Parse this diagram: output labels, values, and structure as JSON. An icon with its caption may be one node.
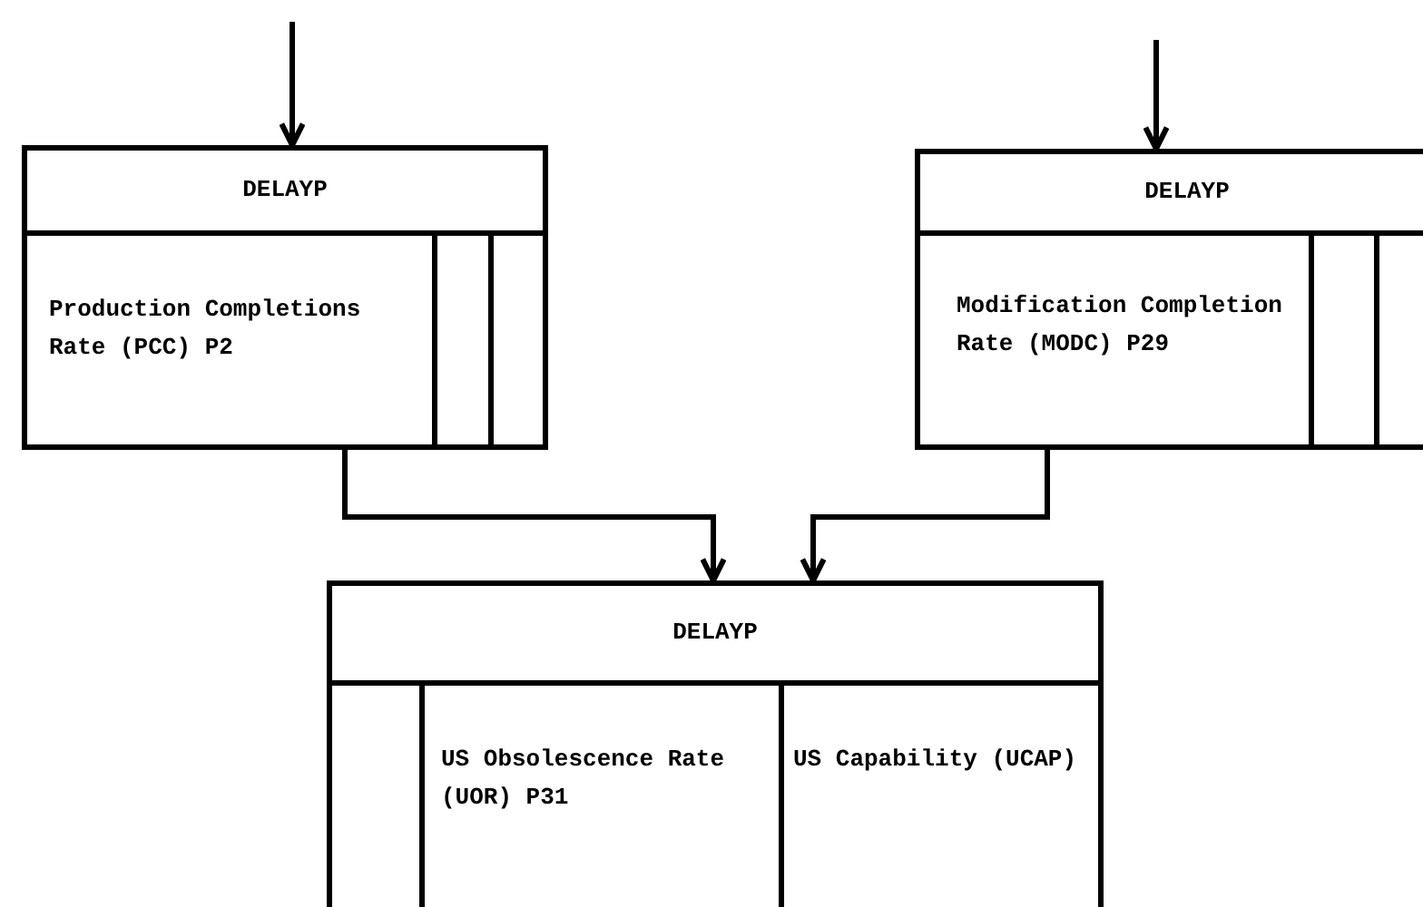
{
  "diagram": {
    "nodes": [
      {
        "text": [
          "DELAYP",
          "Production Completions Rate (PCC) P2"
        ]
      },
      {
        "text": [
          "DELAYP",
          "Modification Completion Rate (MODC) P29"
        ]
      },
      {
        "text": [
          "DELAYP",
          "US Obsolescence Rate (UOR) P31",
          "US Capability (UCAP)"
        ]
      }
    ],
    "edges": [
      {
        "from": null,
        "to": 0,
        "arrow": "to"
      },
      {
        "from": null,
        "to": 1,
        "arrow": "to"
      },
      {
        "from": 0,
        "to": 2,
        "arrow": "to"
      },
      {
        "from": 1,
        "to": 2,
        "arrow": "to"
      }
    ]
  }
}
